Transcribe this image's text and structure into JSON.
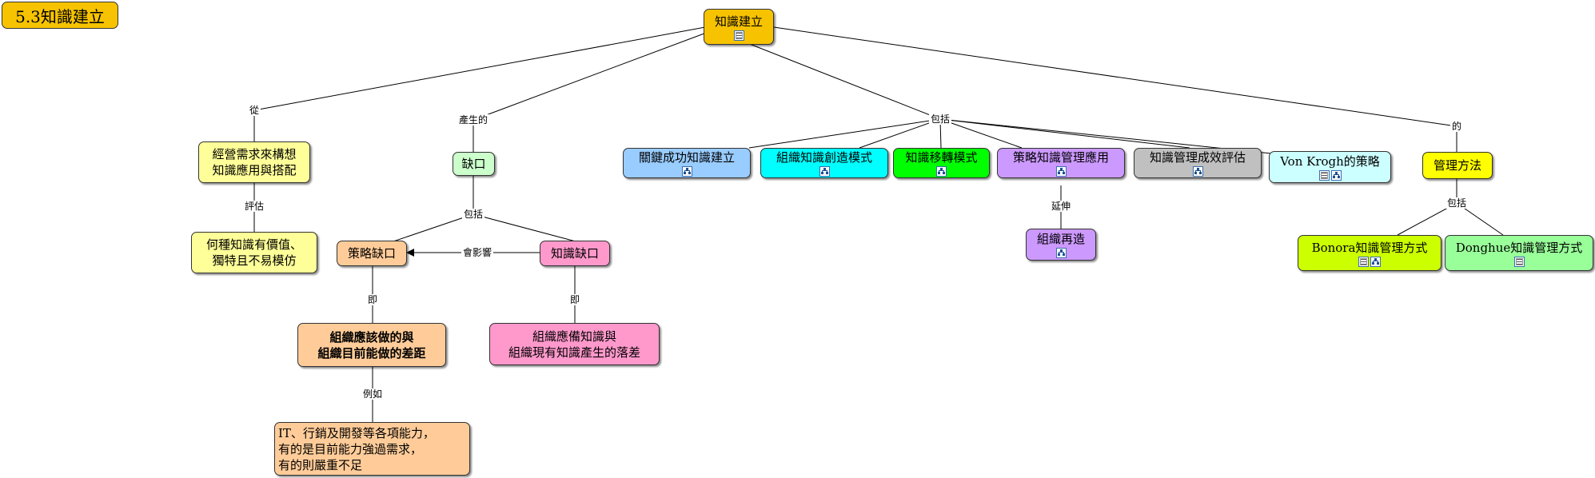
{
  "title": "5.3知識建立",
  "icons": {
    "doc": "document-icon",
    "map": "concept-map-icon"
  },
  "nodes": {
    "root": {
      "text": "知識建立",
      "color": "#f7c300",
      "icons": [
        "doc"
      ]
    },
    "experience": {
      "text": "經營需求來構想\n知識應用與搭配",
      "color": "#ffff99"
    },
    "knowledge_value": {
      "text": "何種知識有價值、\n獨特且不易模仿",
      "color": "#ffff99"
    },
    "gap": {
      "text": "缺口",
      "color": "#ccffcc"
    },
    "strategy_gap": {
      "text": "策略缺口",
      "color": "#ffcc99"
    },
    "knowledge_gap": {
      "text": "知識缺口",
      "color": "#ff99cc"
    },
    "strategy_gap_detail": {
      "text": "組織應該做的與\n組織目前能做的差距",
      "color": "#ffcc99"
    },
    "strategy_gap_example": {
      "text": "IT、行銷及開發等各項能力，\n有的是目前能力強過需求，\n有的則嚴重不足",
      "color": "#ffcc99"
    },
    "knowledge_gap_detail": {
      "text": "組織應備知識與\n組織現有知識產生的落差",
      "color": "#ff99cc"
    },
    "ksf": {
      "text": "關鍵成功知識建立",
      "color": "#99ccff",
      "icons": [
        "map"
      ]
    },
    "creation": {
      "text": "組織知識創造模式",
      "color": "#00ffff",
      "icons": [
        "map"
      ]
    },
    "transfer": {
      "text": "知識移轉模式",
      "color": "#00ff00",
      "icons": [
        "map"
      ]
    },
    "strategic_app": {
      "text": "策略知識管理應用",
      "color": "#cc99ff",
      "icons": [
        "map"
      ]
    },
    "evaluation": {
      "text": "知識管理成效評估",
      "color": "#c0c0c0",
      "icons": [
        "map"
      ]
    },
    "vonkrogh": {
      "text": "Von Krogh的策略",
      "color": "#ccffff",
      "icons": [
        "doc",
        "map"
      ]
    },
    "reengineer": {
      "text": "組織再造",
      "color": "#cc99ff",
      "icons": [
        "map"
      ]
    },
    "method": {
      "text": "管理方法",
      "color": "#ffff00"
    },
    "bonora": {
      "text": "Bonora知識管理方式",
      "color": "#ccff00",
      "icons": [
        "doc",
        "map"
      ]
    },
    "donghue": {
      "text": "Donghue知識管理方式",
      "color": "#99ff99",
      "icons": [
        "doc"
      ]
    }
  },
  "labels": {
    "from": "從",
    "produce": "產生的",
    "include_main": "包括",
    "of": "的",
    "evaluate": "評估",
    "include_gap": "包括",
    "affect": "會影響",
    "namely_strategy": "即",
    "namely_knowledge": "即",
    "example": "例如",
    "extend": "延伸",
    "include_method": "包括"
  }
}
